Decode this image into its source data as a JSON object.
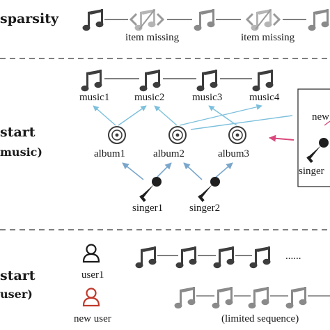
{
  "sections": {
    "sparsity": {
      "label": "sparsity",
      "missing_labels": [
        "item missing",
        "item missing"
      ]
    },
    "cold_music": {
      "label_line1": "start",
      "label_line2": "music)",
      "music": [
        "music1",
        "music2",
        "music3",
        "music4"
      ],
      "albums": [
        "album1",
        "album2",
        "album3"
      ],
      "singers": [
        "singer1",
        "singer2"
      ],
      "inset": {
        "label_top": "new",
        "label_bottom": "singer"
      }
    },
    "cold_user": {
      "label_line1": "start",
      "label_line2": "user)",
      "users": [
        "user1",
        "new user"
      ],
      "ellipsis": "......",
      "limited": "(limited sequence)"
    }
  },
  "colors": {
    "note": "#3d3d3d",
    "note_faded": "#8a8a8a",
    "arrow_blue": "#7aa6cc",
    "arrow_cyan": "#7cc0dd",
    "arrow_pink": "#d9487c",
    "user_new": "#c0392b",
    "singer_mic": "#1f1f1f"
  }
}
